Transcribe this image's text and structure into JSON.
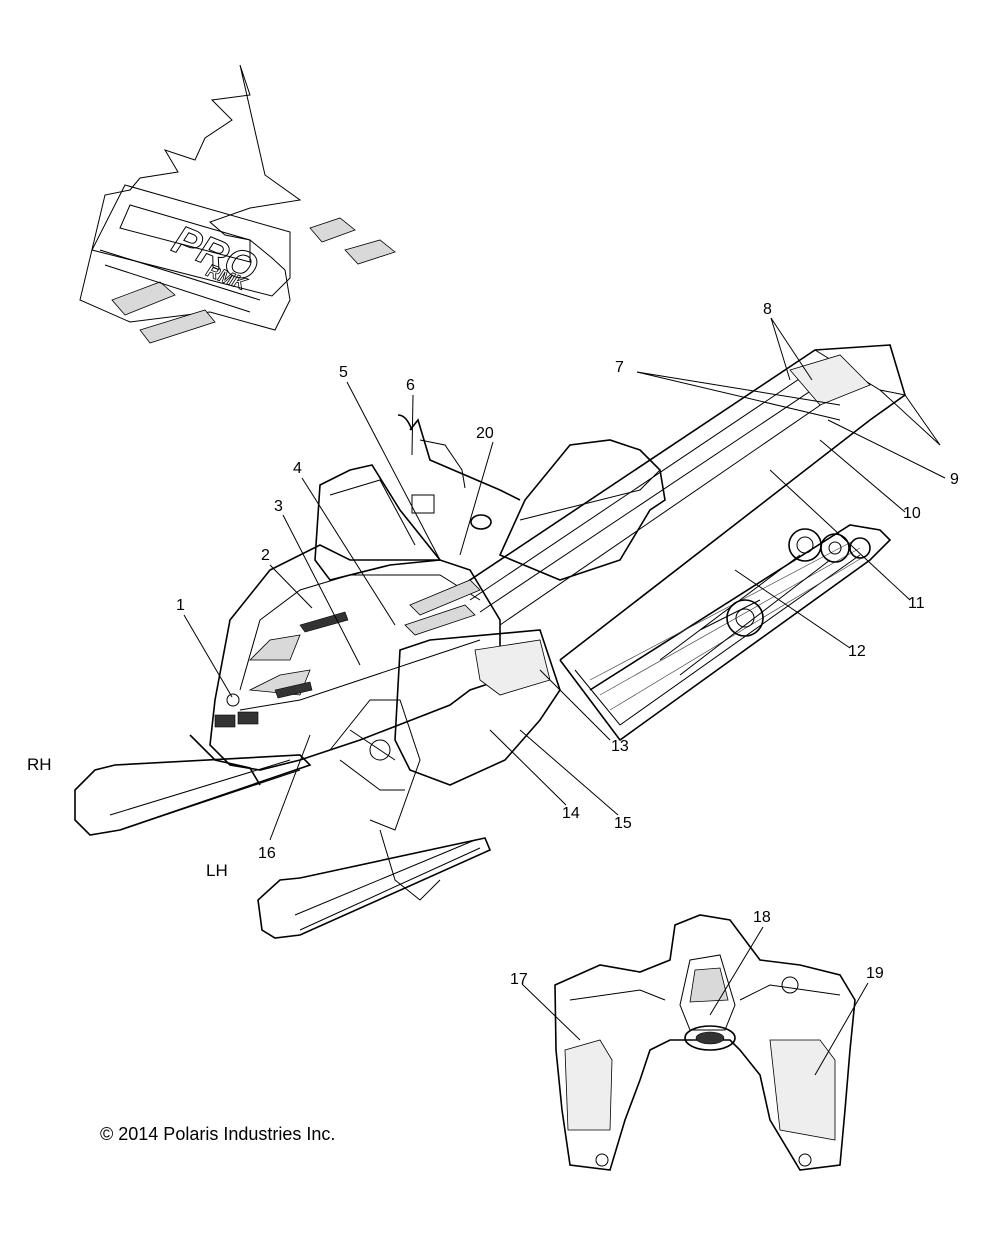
{
  "labels": {
    "side_rh": "RH",
    "side_lh": "LH",
    "copyright": "© 2014 Polaris Industries Inc.",
    "callouts": [
      "1",
      "2",
      "3",
      "4",
      "5",
      "6",
      "7",
      "8",
      "9",
      "10",
      "11",
      "12",
      "13",
      "14",
      "15",
      "16",
      "17",
      "18",
      "19",
      "20"
    ]
  },
  "decal": {
    "logo_text": "PRO",
    "logo_sub": "RMK"
  }
}
